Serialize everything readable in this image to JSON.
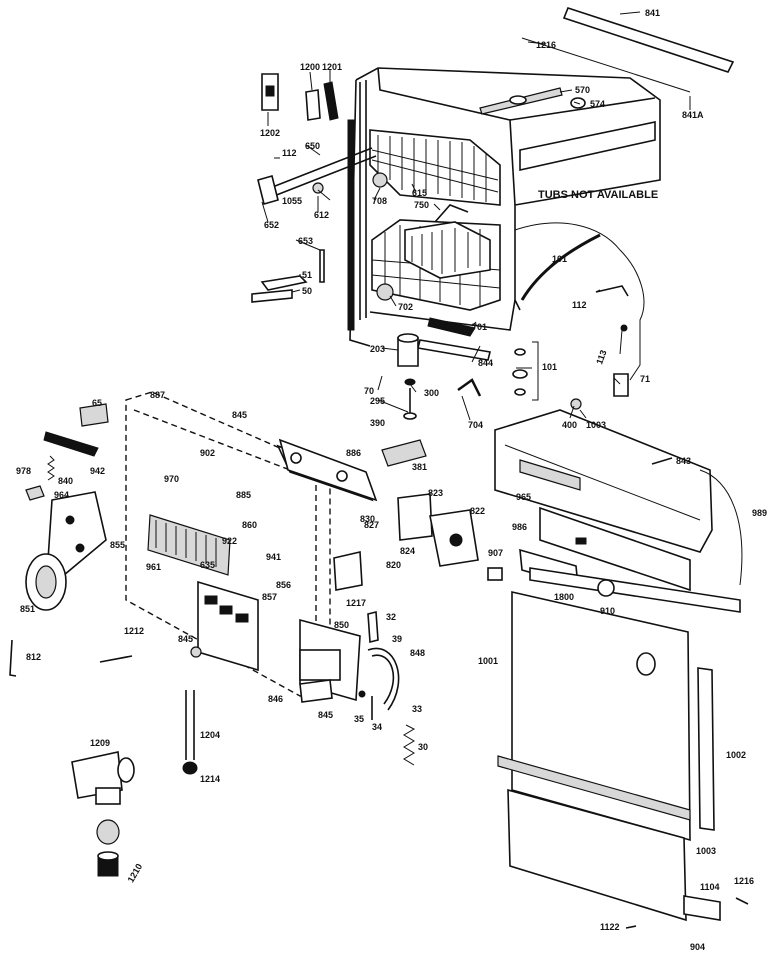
{
  "note": "TUBS NOT AVAILABLE",
  "labels": {
    "p841": "841",
    "p1216a": "1216",
    "p841a": "841A",
    "p570": "570",
    "p574": "574",
    "p1202": "1202",
    "p1200": "1200",
    "p1201": "1201",
    "p112a": "112",
    "p650": "650",
    "p1055": "1055",
    "p612": "612",
    "p652": "652",
    "p708": "708",
    "p615": "615",
    "p750": "750",
    "p101a": "101",
    "p653": "653",
    "p51": "51",
    "p50": "50",
    "p702": "702",
    "p701": "701",
    "p112b": "112",
    "p113": "113",
    "p71": "71",
    "p203": "203",
    "p844": "844",
    "p101b": "101",
    "p70": "70",
    "p295": "295",
    "p300": "300",
    "p704": "704",
    "p400": "400",
    "p1003a": "1003",
    "p390": "390",
    "p887": "887",
    "p65": "65",
    "p845a": "845",
    "p902": "902",
    "p970": "970",
    "p942": "942",
    "p840": "840",
    "p978": "978",
    "p885": "885",
    "p886": "886",
    "p381": "381",
    "p843": "843",
    "p964": "964",
    "p965": "965",
    "p823": "823",
    "p822": "822",
    "p989": "989",
    "p860": "860",
    "p830": "830",
    "p827": "827",
    "p824": "824",
    "p855": "855",
    "p922": "922",
    "p820": "820",
    "p986": "986",
    "p907": "907",
    "p961": "961",
    "p941": "941",
    "p635": "635",
    "p856": "856",
    "p857": "857",
    "p1217": "1217",
    "p1800": "1800",
    "p910": "910",
    "p851": "851",
    "p32": "32",
    "p39": "39",
    "p1212": "1212",
    "p812": "812",
    "p845b": "845",
    "p850": "850",
    "p848": "848",
    "p1001": "1001",
    "p846": "846",
    "p845c": "845",
    "p35": "35",
    "p34": "34",
    "p33": "33",
    "p1002": "1002",
    "p1204": "1204",
    "p30": "30",
    "p1209": "1209",
    "p1214": "1214",
    "p1003b": "1003",
    "p1104": "1104",
    "p1216b": "1216",
    "p1210": "1210",
    "p1122": "1122",
    "p904": "904"
  }
}
